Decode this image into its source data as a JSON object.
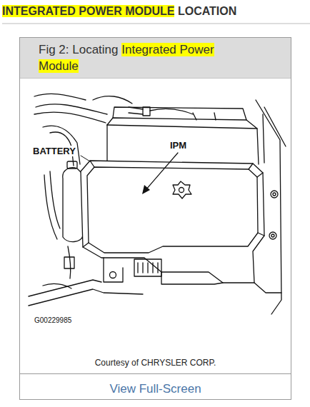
{
  "diagram": {
    "title": "INTEGRATED POWER MODULE LOCATION",
    "caption": "Courtesy of CHRYSLER CORP.",
    "nodes": [
      {
        "text": [
          "Fig 2: Locating Integrated Power Module",
          "View Full-Screen"
        ]
      }
    ],
    "labels": [
      "BATTERY",
      "IPM",
      "G00229985"
    ]
  }
}
